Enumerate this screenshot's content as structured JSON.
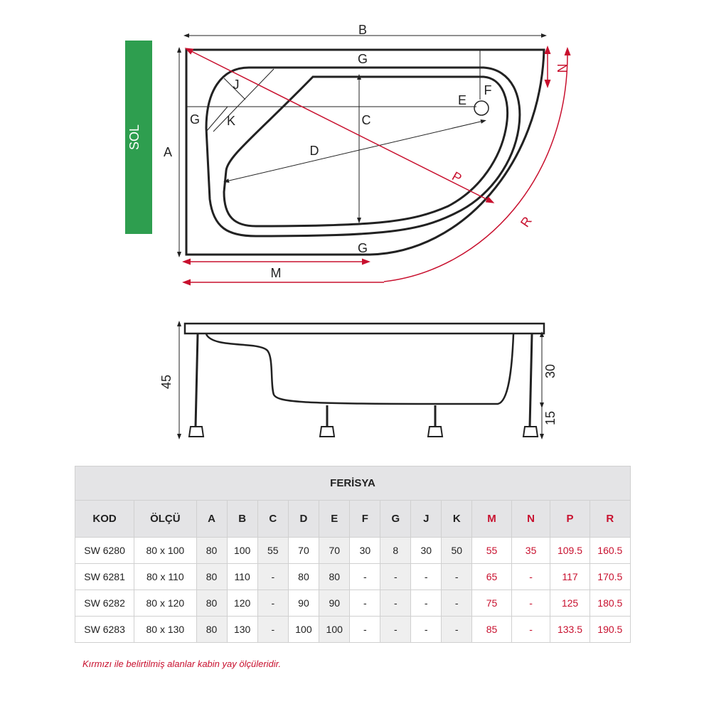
{
  "diagram": {
    "side_label": "SOL",
    "top_labels": {
      "B": "B",
      "A": "A",
      "G_top": "G",
      "G_left": "G",
      "G_bottom": "G",
      "C": "C",
      "D": "D",
      "E": "E",
      "F": "F",
      "J": "J",
      "K": "K",
      "N": "N",
      "P": "P",
      "R": "R",
      "M": "M"
    },
    "side_view_labels": {
      "total_height": "45",
      "depth": "30",
      "leg_height": "15"
    },
    "colors": {
      "red": "#c8102e",
      "green": "#2e9e4f",
      "line": "#222222"
    }
  },
  "table": {
    "title": "FERİSYA",
    "headers": [
      "KOD",
      "ÖLÇÜ",
      "A",
      "B",
      "C",
      "D",
      "E",
      "F",
      "G",
      "J",
      "K",
      "M",
      "N",
      "P",
      "R"
    ],
    "rows": [
      [
        "SW 6280",
        "80 x 100",
        "80",
        "100",
        "55",
        "70",
        "70",
        "30",
        "8",
        "30",
        "50",
        "55",
        "35",
        "109.5",
        "160.5"
      ],
      [
        "SW 6281",
        "80 x 110",
        "80",
        "110",
        "-",
        "80",
        "80",
        "-",
        "-",
        "-",
        "-",
        "65",
        "-",
        "117",
        "170.5"
      ],
      [
        "SW 6282",
        "80 x 120",
        "80",
        "120",
        "-",
        "90",
        "90",
        "-",
        "-",
        "-",
        "-",
        "75",
        "-",
        "125",
        "180.5"
      ],
      [
        "SW 6283",
        "80 x 130",
        "80",
        "130",
        "-",
        "100",
        "100",
        "-",
        "-",
        "-",
        "-",
        "85",
        "-",
        "133.5",
        "190.5"
      ]
    ]
  },
  "note": "Kırmızı ile belirtilmiş alanlar kabin yay ölçüleridir."
}
